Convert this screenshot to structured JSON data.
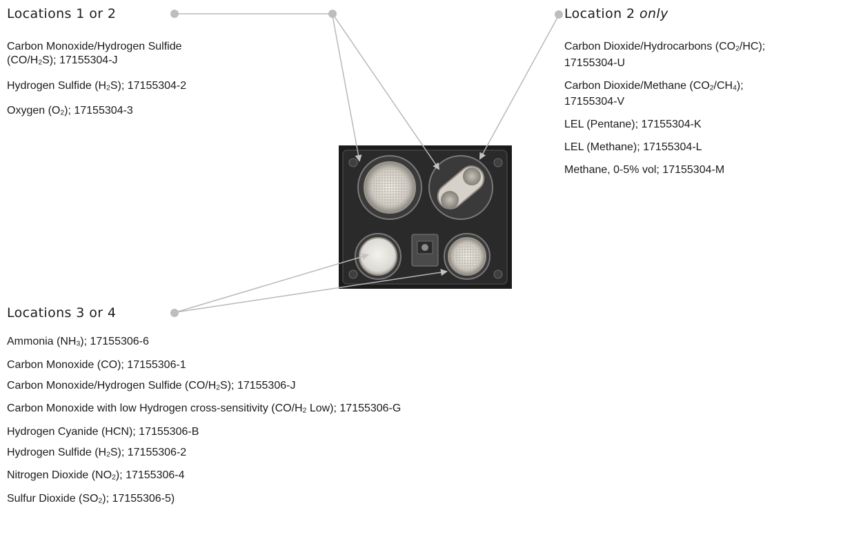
{
  "groups": {
    "loc12": {
      "heading": "Locations 1 or 2",
      "items": [
        {
          "parts": [
            {
              "t": "Carbon Monoxide/Hydrogen Sulfide"
            },
            {
              "br": true
            },
            {
              "t": "(CO/H"
            },
            {
              "sub": "2"
            },
            {
              "t": "S); 17155304-J"
            }
          ]
        },
        {
          "parts": [
            {
              "t": "Hydrogen Sulfide (H"
            },
            {
              "sub": "2"
            },
            {
              "t": "S); 17155304-2"
            }
          ]
        },
        {
          "parts": [
            {
              "t": "Oxygen (O"
            },
            {
              "sub": "2"
            },
            {
              "t": "); 17155304-3"
            }
          ]
        }
      ]
    },
    "loc2": {
      "heading_prefix": "Location 2 ",
      "heading_emph": "only",
      "items": [
        {
          "parts": [
            {
              "t": "Carbon Dioxide/Hydrocarbons (CO"
            },
            {
              "sub": "2"
            },
            {
              "t": "/HC);"
            },
            {
              "br": true
            },
            {
              "t": "17155304-U"
            }
          ]
        },
        {
          "parts": [
            {
              "t": "Carbon Dioxide/Methane (CO"
            },
            {
              "sub": "2"
            },
            {
              "t": "/CH"
            },
            {
              "sub": "4"
            },
            {
              "t": ");"
            },
            {
              "br": true
            },
            {
              "t": "17155304-V"
            }
          ]
        },
        {
          "parts": [
            {
              "t": "LEL (Pentane); 17155304-K"
            }
          ]
        },
        {
          "parts": [
            {
              "t": "LEL (Methane); 17155304-L"
            }
          ]
        },
        {
          "parts": [
            {
              "t": "Methane, 0-5% vol; 17155304-M"
            }
          ]
        }
      ]
    },
    "loc34": {
      "heading": "Locations 3 or 4",
      "items": [
        {
          "parts": [
            {
              "t": "Ammonia (NH"
            },
            {
              "sub": "3"
            },
            {
              "t": "); 17155306-6"
            }
          ]
        },
        {
          "parts": [
            {
              "t": "Carbon Monoxide (CO); 17155306-1"
            }
          ]
        },
        {
          "parts": [
            {
              "t": "Carbon Monoxide/Hydrogen Sulfide (CO/H"
            },
            {
              "sub": "2"
            },
            {
              "t": "S); 17155306-J"
            }
          ]
        },
        {
          "parts": [
            {
              "t": "Carbon Monoxide with low Hydrogen cross-sensitivity (CO/H"
            },
            {
              "sub": "2"
            },
            {
              "t": " Low); 17155306-G"
            }
          ]
        },
        {
          "parts": [
            {
              "t": "Hydrogen Cyanide (HCN); 17155306-B"
            }
          ]
        },
        {
          "parts": [
            {
              "t": "Hydrogen Sulfide (H"
            },
            {
              "sub": "2"
            },
            {
              "t": "S); 17155306-2"
            }
          ]
        },
        {
          "parts": [
            {
              "t": "Nitrogen Dioxide (NO"
            },
            {
              "sub": "2"
            },
            {
              "t": "); 17155306-4"
            }
          ]
        },
        {
          "parts": [
            {
              "t": "Sulfur Dioxide (SO"
            },
            {
              "sub": "2"
            },
            {
              "t": "); 17155306-5)"
            }
          ]
        }
      ]
    }
  },
  "colors": {
    "leader": "#b8b8b8",
    "dot": "#bdbdbd",
    "text": "#1a1a1a",
    "board": "#1b1b1b"
  }
}
